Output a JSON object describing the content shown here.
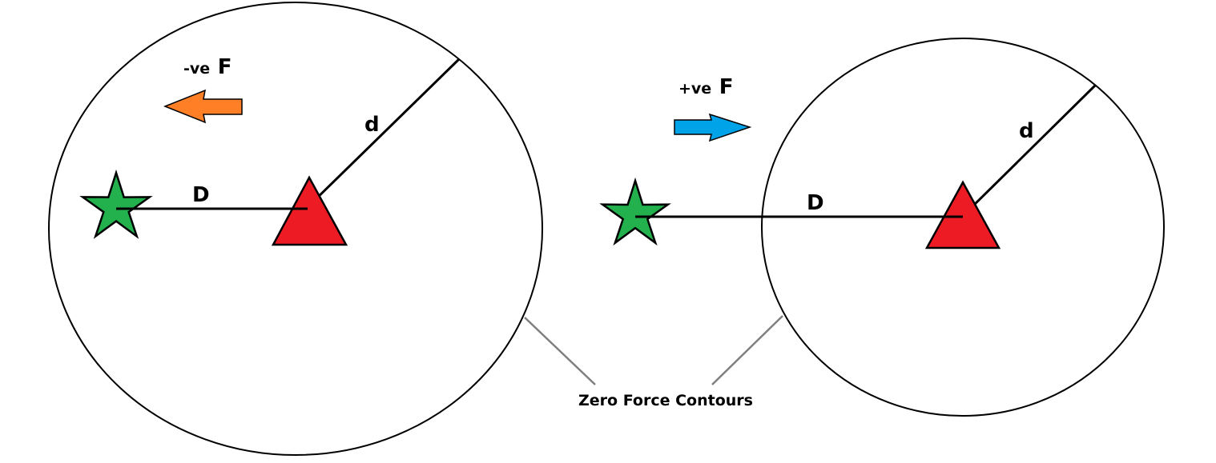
{
  "colors": {
    "star": "#22b14c",
    "triangle": "#ed1c24",
    "negative_arrow": "#ff7f27",
    "positive_arrow": "#00a2e8",
    "outline": "#000000",
    "leader": "#7f7f7f"
  },
  "left_panel": {
    "force_prefix": "-ve",
    "force_symbol": "F",
    "distance_label": "D",
    "radius_label": "d",
    "arrow_direction": "left"
  },
  "right_panel": {
    "force_prefix": "+ve",
    "force_symbol": "F",
    "distance_label": "D",
    "radius_label": "d",
    "arrow_direction": "right"
  },
  "caption": "Zero Force Contours"
}
